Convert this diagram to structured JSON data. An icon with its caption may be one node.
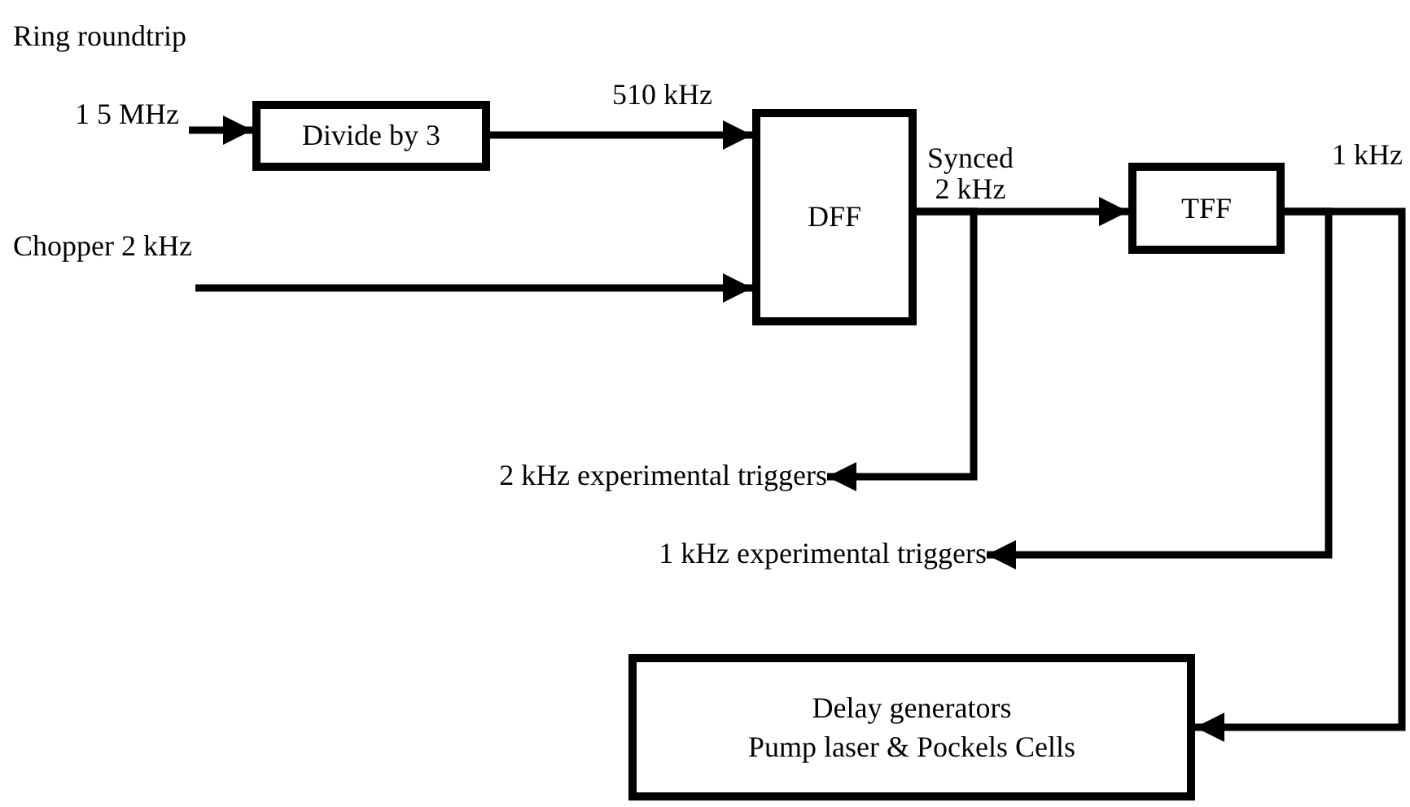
{
  "diagram": {
    "nodes": [
      {
        "text": [
          "Ring roundtrip",
          "1 5 MHz"
        ]
      },
      {
        "text": [
          "Divide by 3"
        ]
      },
      {
        "text": [
          "Chopper 2 kHz"
        ]
      },
      {
        "text": [
          "DFF"
        ]
      },
      {
        "text": [
          "TFF"
        ]
      },
      {
        "text": [
          "2 kHz experimental triggers"
        ]
      },
      {
        "text": [
          "1 kHz experimental triggers"
        ]
      },
      {
        "text": [
          "Delay generators",
          "Pump laser & Pockels Cells"
        ]
      }
    ],
    "edges": [
      {
        "from": 0,
        "to": 1,
        "arrow": "to"
      },
      {
        "from": 1,
        "to": 3,
        "arrow": "to",
        "label": "510 kHz"
      },
      {
        "from": 2,
        "to": 3,
        "arrow": "to"
      },
      {
        "from": 3,
        "to": 4,
        "arrow": "to",
        "label": "Synced 2 kHz"
      },
      {
        "from": 3,
        "to": 5,
        "arrow": "to"
      },
      {
        "from": 4,
        "to": 6,
        "arrow": "to"
      },
      {
        "from": 4,
        "to": 7,
        "arrow": "to",
        "label": "1 kHz"
      }
    ]
  }
}
